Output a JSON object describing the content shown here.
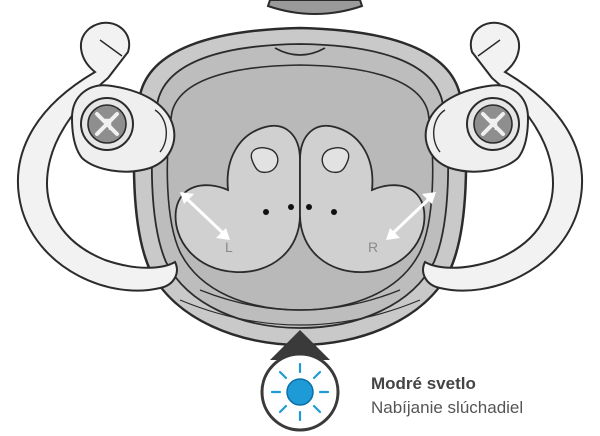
{
  "labels": {
    "left_earbud_slot": "L",
    "right_earbud_slot": "R"
  },
  "indicator": {
    "title": "Modré svetlo",
    "description": "Nabíjanie slúchadiel",
    "light_color": "#1e9bd7",
    "ray_color": "#1e9bd7"
  },
  "colors": {
    "outline": "#2b2b2b",
    "case_fill": "#c9c9c9",
    "tray_fill": "#b9b9b9",
    "earbud_fill": "#efefef",
    "hook_fill": "#f2f2f2"
  },
  "icons": {
    "logo": "jlab-logo-icon",
    "arrow": "double-arrow-icon"
  }
}
